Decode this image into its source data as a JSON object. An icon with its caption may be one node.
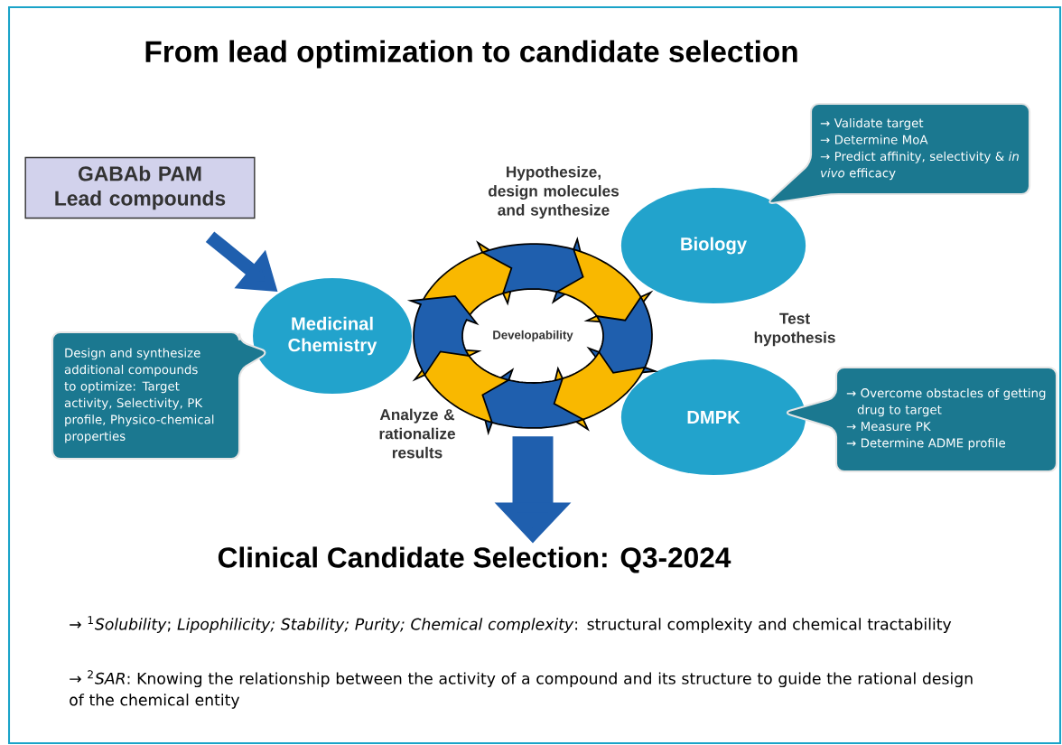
{
  "diagram": {
    "title": "From lead optimization to candidate selection",
    "nodes": [
      {
        "text": [
          "GABAb PAM Lead compounds"
        ]
      },
      {
        "text": [
          "Medicinal Chemistry"
        ]
      },
      {
        "text": [
          "Biology"
        ]
      },
      {
        "text": [
          "DMPK"
        ]
      },
      {
        "text": [
          "Design and synthesize additional compounds to optimize: Target activity, Selectivity, PK profile, Physico-chemical properties"
        ]
      },
      {
        "text": [
          "→ Validate target",
          "→ Determine MoA",
          "→ Predict affinity, selectivity & *in vivo* efficacy"
        ]
      },
      {
        "text": [
          "→ Overcome obstacles of getting drug to target",
          "→ Measure PK",
          "→ Determine ADME profile"
        ]
      },
      {
        "text": [
          "Developability"
        ]
      },
      {
        "text": [
          "Clinical Candidate Selection: Q3-2024"
        ]
      }
    ],
    "edges": [
      {
        "from": 0,
        "to": 1,
        "arrow": "to"
      },
      {
        "from": 7,
        "to": 8,
        "arrow": "to",
        "style": "thick"
      }
    ],
    "labels": [
      "Hypothesize, design molecules and synthesize",
      "Test hypothesis",
      "Analyze & rationalize results",
      "→ $^{1}$*Solubility*; *Lipophilicity; Stability; Purity; Chemical complexity*: structural complexity and chemical tractability",
      "→ $^{2}$*SAR*: Knowing the relationship between the activity of a compound and its structure to guide the rational design of the chemical entity"
    ]
  }
}
